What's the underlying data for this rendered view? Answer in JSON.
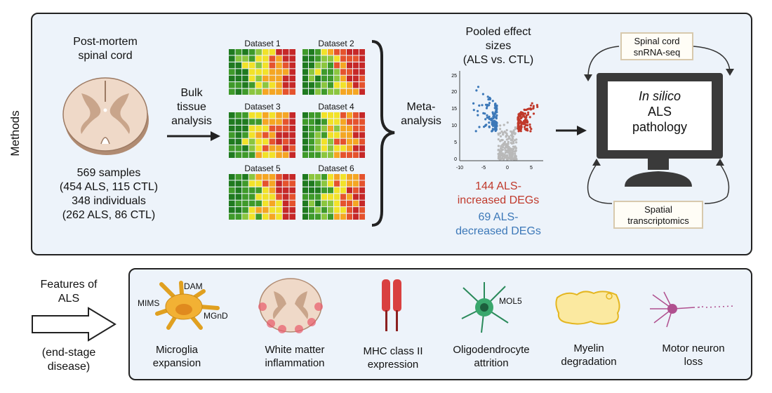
{
  "section_label": "Methods",
  "tissue": {
    "title_line1": "Post-mortem",
    "title_line2": "spinal cord",
    "samples": "569 samples",
    "samples_detail": "(454 ALS, 115 CTL)",
    "individuals": "348 individuals",
    "individuals_detail": "(262 ALS, 86 CTL)"
  },
  "bulk": {
    "line1": "Bulk",
    "line2": "tissue",
    "line3": "analysis"
  },
  "datasets": [
    "Dataset 1",
    "Dataset 2",
    "Dataset 3",
    "Dataset 4",
    "Dataset 5",
    "Dataset 6"
  ],
  "meta": {
    "line1": "Meta-",
    "line2": "analysis"
  },
  "pooled": {
    "line1": "Pooled effect",
    "line2": "sizes",
    "line3": "(ALS vs. CTL)"
  },
  "volcano": {
    "y_ticks": [
      "25",
      "20",
      "15",
      "10",
      "5",
      "0"
    ],
    "x_ticks": [
      "-10",
      "-5",
      "0",
      "5"
    ]
  },
  "degs": {
    "increased_line1": "144 ALS-",
    "increased_line2": "increased DEGs",
    "decreased_line1": "69 ALS-",
    "decreased_line2": "decreased DEGs"
  },
  "computer": {
    "italic": "In silico",
    "line2": "ALS",
    "line3": "pathology",
    "snrna_line1": "Spinal cord",
    "snrna_line2": "snRNA-seq",
    "spatial_line1": "Spatial",
    "spatial_line2": "transcriptomics"
  },
  "features": {
    "title_line1": "Features of",
    "title_line2": "ALS",
    "sub_line1": "(end-stage",
    "sub_line2": "disease)"
  },
  "microglia_tags": {
    "dam": "DAM",
    "mims": "MIMS",
    "mgnd": "MGnD"
  },
  "oligo_tag": "MOL5",
  "feature_items": [
    {
      "line1": "Microglia",
      "line2": "expansion"
    },
    {
      "line1": "White matter",
      "line2": "inflammation"
    },
    {
      "line1": "MHC class II",
      "line2": "expression"
    },
    {
      "line1": "Oligodendrocyte",
      "line2": "attrition"
    },
    {
      "line1": "Myelin",
      "line2": "degradation"
    },
    {
      "line1": "Motor neuron",
      "line2": "loss"
    }
  ],
  "colors": {
    "panel_bg": "#edf3fa",
    "increased": "#c0392b",
    "decreased": "#3c78b8",
    "heat_palette": [
      "#1f7a1f",
      "#3f9a2a",
      "#8cc63f",
      "#f2e229",
      "#f5a623",
      "#e5532d",
      "#c62828"
    ]
  }
}
